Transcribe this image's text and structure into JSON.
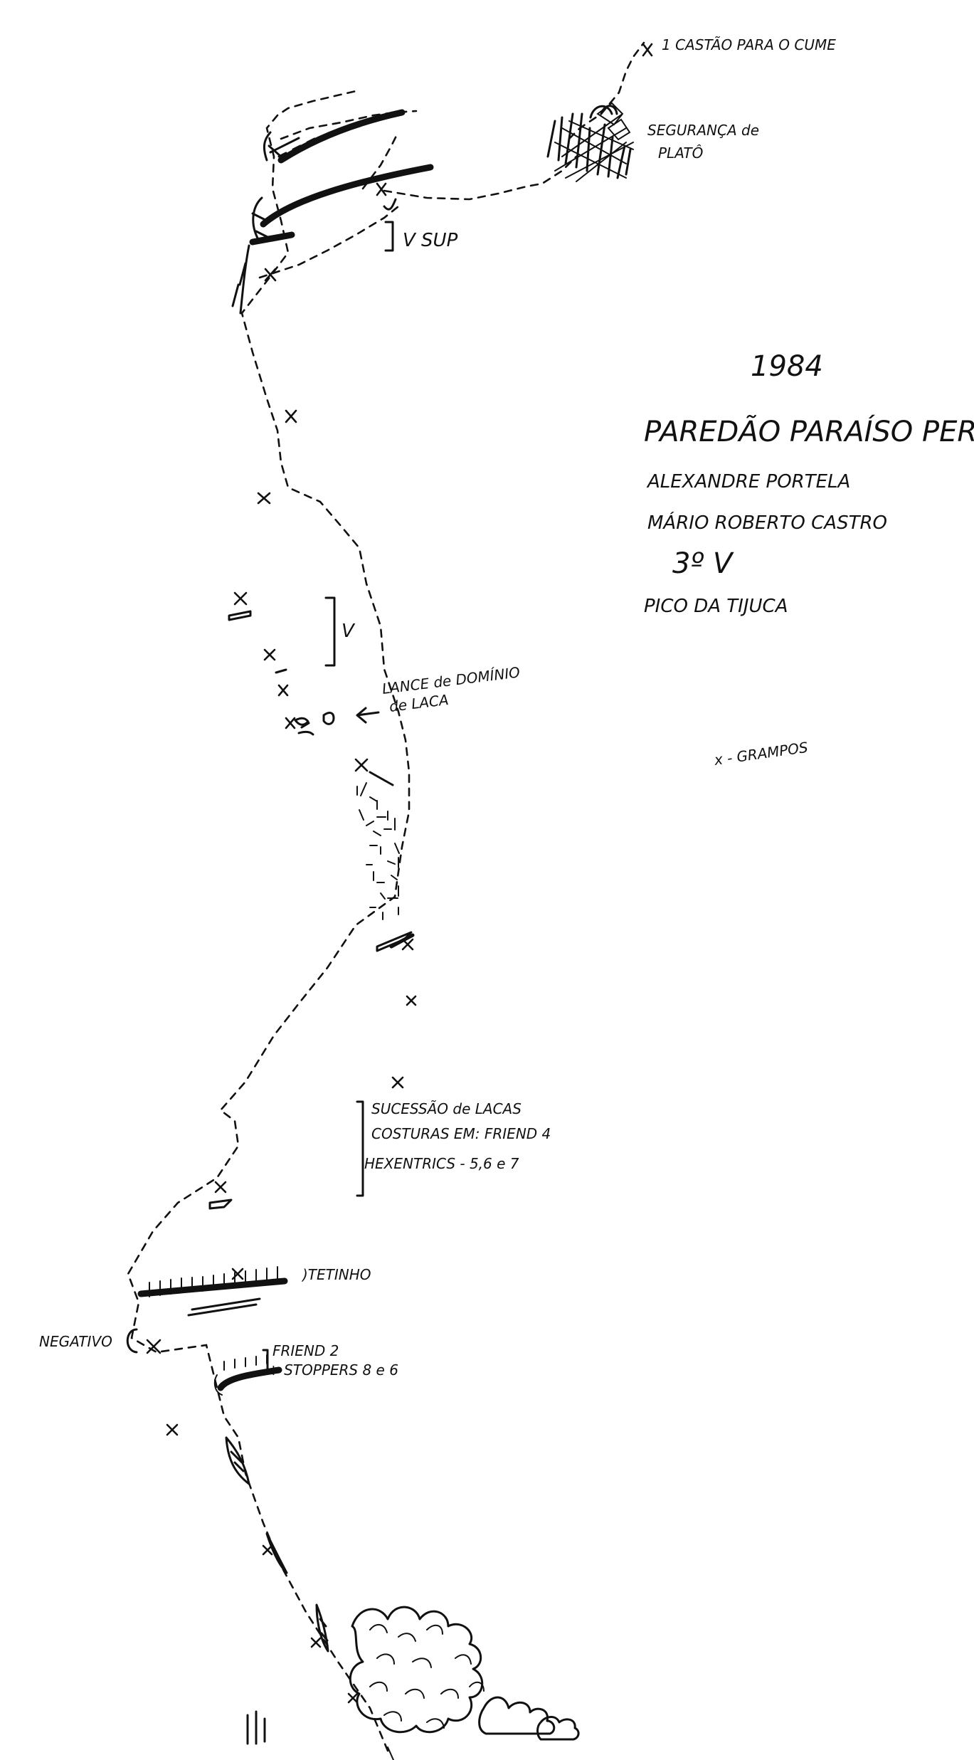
{
  "title_block": {
    "year": "1984",
    "route_name": "PAREDÃO PARAÍSO PERDIDO",
    "climber_1": "ALEXANDRE PORTELA",
    "climber_2": "MÁRIO ROBERTO CASTRO",
    "grade": "3º V",
    "location": "PICO DA TIJUCA"
  },
  "legend": {
    "bolt_key": "x - GRAMPOS"
  },
  "annotations": {
    "top_exit": "1 CASTÃO PARA O CUME",
    "belay_1": "SEGURANÇA de",
    "belay_2": "PLATÔ",
    "grade_v_sup": "V SUP",
    "grade_v": "V",
    "lance_1": "LANCE de DOMÍNIO",
    "lance_2": "de LACA",
    "lacas_1": "SUCESSÃO de LACAS",
    "lacas_2": "COSTURAS EM: FRIEND 4",
    "lacas_3": "HEXENTRICS - 5,6 e 7",
    "tetinho": ")TETINHO",
    "negativo": "NEGATIVO",
    "friend_1": "FRIEND 2",
    "friend_2": "+ STOPPERS 8 e 6"
  }
}
